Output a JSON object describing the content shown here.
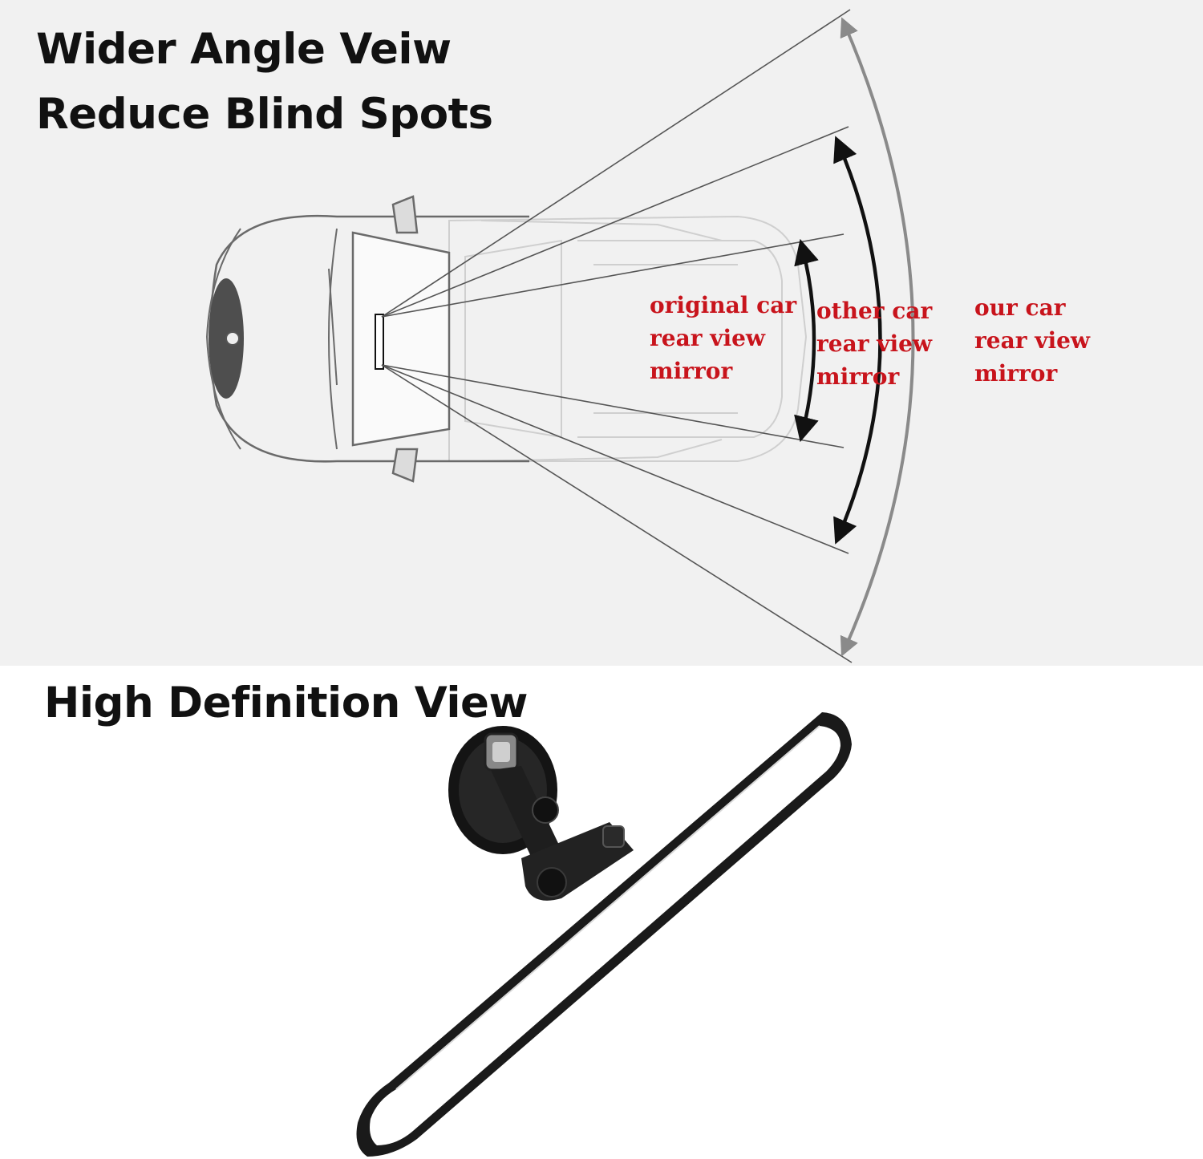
{
  "headlines": {
    "line1": "Wider Angle Veiw",
    "line2": "Reduce Blind Spots",
    "bottom": "High Definition View"
  },
  "view_labels": {
    "original": [
      "original car",
      "rear view",
      "mirror"
    ],
    "other": [
      "other car",
      "rear view",
      "mirror"
    ],
    "ours": [
      "our car",
      "rear view",
      "mirror"
    ]
  },
  "colors": {
    "label_red": "#c8141c",
    "top_background": "#f1f1f1",
    "arrow_gray": "#8a8a8a",
    "arrow_black": "#111111"
  }
}
